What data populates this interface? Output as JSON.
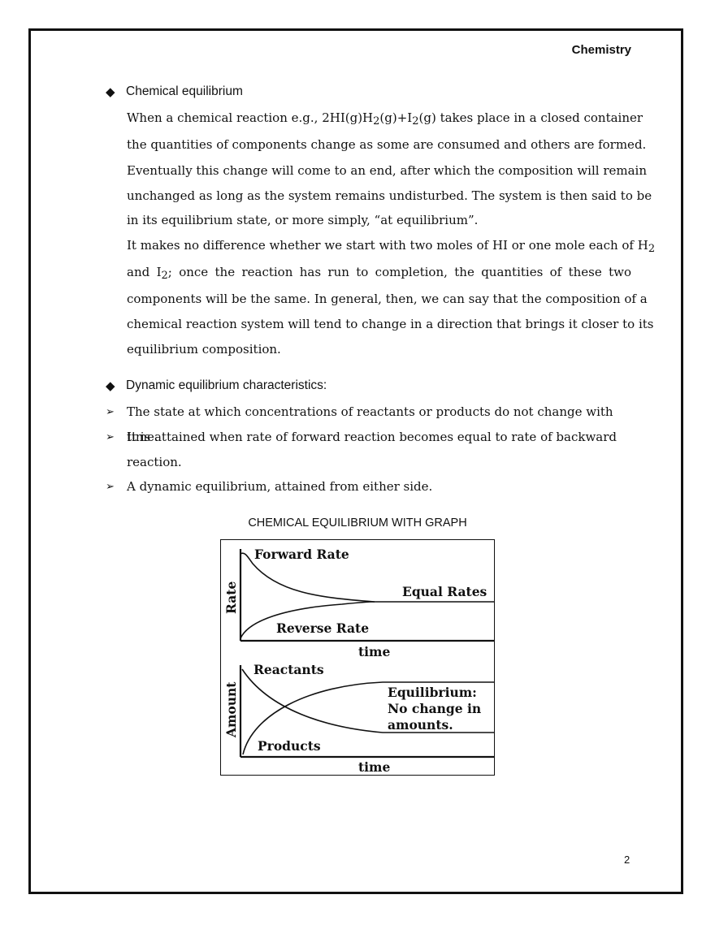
{
  "header": {
    "subject": "Chemistry"
  },
  "section1": {
    "heading": "Chemical equilibrium",
    "p1_lines": [
      "When a chemical reaction e.g., 2HI(g)H|2|(g)+I|2|(g) takes place in a closed container",
      "the quantities of components change as some are consumed and others are formed.",
      "Eventually this change will come to an end, after which the composition will remain",
      "unchanged as long as the system remains undisturbed. The system is then said to be",
      "in its equilibrium state, or more simply, “at equilibrium”."
    ],
    "p2_lines": [
      "It makes no difference whether we start with two moles of HI or one mole each of H|2",
      "and I|2|; once the reaction has run to completion, the quantities of these two",
      "components will be the same. In general, then, we can say that the composition of a",
      "chemical reaction system will tend to change in a direction that brings it closer to its",
      "equilibrium composition."
    ]
  },
  "section2": {
    "heading": "Dynamic equilibrium characteristics:",
    "bullets": [
      {
        "lines": [
          "The state at which concentrations of reactants or products do not change with time."
        ]
      },
      {
        "lines": [
          "It is attained when rate of forward reaction becomes equal to rate of backward",
          "reaction."
        ]
      },
      {
        "lines": [
          "A dynamic equilibrium, attained from either side."
        ]
      }
    ]
  },
  "graph": {
    "title": "CHEMICAL EQUILIBRIUM WITH GRAPH",
    "top_panel": {
      "y_label": "Rate",
      "x_label": "time",
      "forward_label": "Forward Rate",
      "reverse_label": "Reverse Rate",
      "equal_label": "Equal Rates"
    },
    "bottom_panel": {
      "y_label": "Amount",
      "x_label": "time",
      "reactants_label": "Reactants",
      "products_label": "Products",
      "equilibrium_line1": "Equilibrium:",
      "equilibrium_line2": "No change in",
      "equilibrium_line3": "amounts."
    }
  },
  "footer": {
    "page_number": "2"
  }
}
